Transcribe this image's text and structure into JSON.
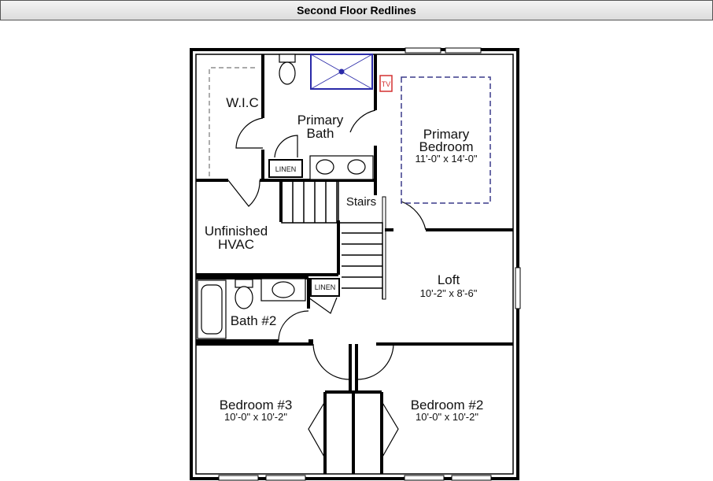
{
  "header": {
    "title": "Second Floor Redlines"
  },
  "rooms": {
    "wic": {
      "name": "W.I.C"
    },
    "primary_bath": {
      "line1": "Primary",
      "line2": "Bath"
    },
    "primary_bedroom": {
      "line1": "Primary",
      "line2": "Bedroom",
      "dims": "11'-0\" x 14'-0\""
    },
    "linen_upper": {
      "name": "LINEN"
    },
    "stairs": {
      "name": "Stairs"
    },
    "unfinished": {
      "line1": "Unfinished",
      "line2": "HVAC"
    },
    "linen_lower": {
      "name": "LINEN"
    },
    "loft": {
      "name": "Loft",
      "dims": "10'-2\" x 8'-6\""
    },
    "bath2": {
      "name": "Bath #2"
    },
    "bedroom3": {
      "name": "Bedroom #3",
      "dims": "10'-0\" x 10'-2\""
    },
    "bedroom2": {
      "name": "Bedroom #2",
      "dims": "10'-0\" x 10'-2\""
    }
  },
  "markup": {
    "tv_tag": "TV",
    "redline_color": "#d43030",
    "shower_color": "#2a2aa8",
    "dashed_color": "#3a3a8a"
  }
}
